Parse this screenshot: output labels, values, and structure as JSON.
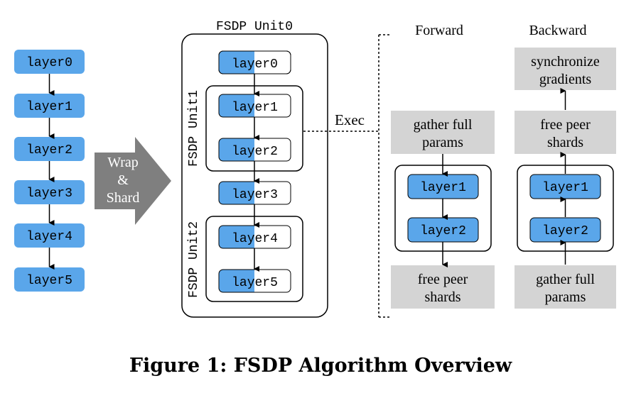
{
  "colors": {
    "layer_fill": "#5aa6ea",
    "step_fill": "#d4d4d4",
    "stroke": "#000000",
    "arrow_fill": "#7f7f7f"
  },
  "model_layers": [
    "layer0",
    "layer1",
    "layer2",
    "layer3",
    "layer4",
    "layer5"
  ],
  "wrap_label": [
    "Wrap",
    "&",
    "Shard"
  ],
  "fsdp_units": {
    "unit0": {
      "label": "FSDP Unit0",
      "layers": [
        "layer0",
        "layer3"
      ]
    },
    "unit1": {
      "label": "FSDP Unit1",
      "layers": [
        "layer1",
        "layer2"
      ]
    },
    "unit2": {
      "label": "FSDP Unit2",
      "layers": [
        "layer4",
        "layer5"
      ]
    }
  },
  "exec_label": "Exec",
  "forward": {
    "title": "Forward",
    "pre_step": [
      "gather full",
      "params"
    ],
    "layers": [
      "layer1",
      "layer2"
    ],
    "post_step": [
      "free peer",
      "shards"
    ]
  },
  "backward": {
    "title": "Backward",
    "top_step": [
      "synchronize",
      "gradients"
    ],
    "mid_step": [
      "free peer",
      "shards"
    ],
    "layers": [
      "layer1",
      "layer2"
    ],
    "bottom_step": [
      "gather full",
      "params"
    ]
  },
  "caption": "Figure 1: FSDP Algorithm Overview"
}
